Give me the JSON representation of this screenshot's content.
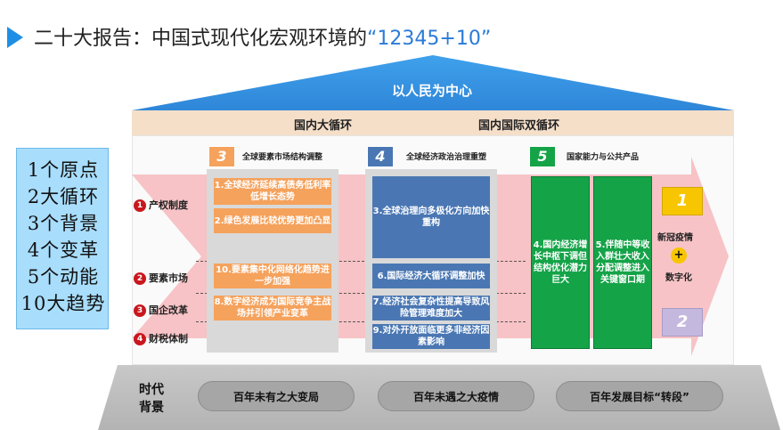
{
  "title": {
    "main": "二十大报告：中国式现代化宏观环境的",
    "highlight": "“12345+10”"
  },
  "roof": {
    "label": "以人民为中心"
  },
  "header": {
    "left": "国内大循环",
    "right": "国内国际双循环"
  },
  "left_box": {
    "lines": [
      "1个原点",
      "2大循环",
      "3个背景",
      "4个变革",
      "5个动能",
      "10大趋势"
    ]
  },
  "rows": [
    {
      "num": "1",
      "label": "产权制度"
    },
    {
      "num": "2",
      "label": "要素市场"
    },
    {
      "num": "3",
      "label": "国企改革"
    },
    {
      "num": "4",
      "label": "财税体制"
    }
  ],
  "columns": {
    "c3": {
      "num": "3",
      "title": "全球要素市场结构调整",
      "boxes": [
        "1.全球经济延续高债务低利率低增长态势",
        "2.绿色发展比较优势更加凸显",
        "10.要素集中化网络化趋势进一步加强",
        "8.数字经济成为国际竞争主战场并引领产业变革"
      ]
    },
    "c4": {
      "num": "4",
      "title": "全球经济政治治理重塑",
      "boxes": [
        "3.全球治理向多极化方向加快重构",
        "6.国际经济大循环调整加快",
        "7.经济社会复杂性提高导致风险管理难度加大",
        "9.对外开放面临更多非经济因素影响"
      ]
    },
    "c5": {
      "num": "5",
      "title": "国家能力与公共产品",
      "boxes": [
        "4.国内经济增长中枢下调但结构优化潜力巨大",
        "5.伴随中等收入群壮大收入分配调整进入关键窗口期"
      ]
    }
  },
  "side": {
    "top_num": "1",
    "bottom_num": "2",
    "text1": "新冠疫情",
    "plus": "+",
    "text2": "数字化"
  },
  "base": {
    "label_line1": "时代",
    "label_line2": "背景",
    "items": [
      "百年未有之大变局",
      "百年未遇之大疫情",
      "百年发展目标“转段”"
    ]
  },
  "colors": {
    "blue": "#2a7bd8",
    "orange": "#f5a25d",
    "navy": "#4a77b3",
    "green": "#15a348",
    "red": "#c9171e",
    "pink": "#f7c3c6",
    "yellow": "#f7c600",
    "lavender": "#c5b8de"
  }
}
